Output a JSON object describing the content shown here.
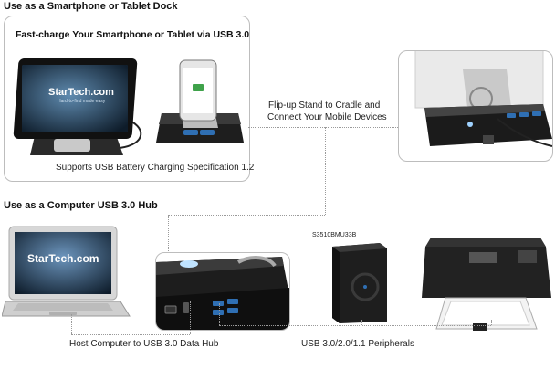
{
  "sections": {
    "dock_heading": "Use as a Smartphone or Tablet Dock",
    "hub_heading": "Use as a Computer USB 3.0 Hub"
  },
  "dock_panel": {
    "title": "Fast-charge Your Smartphone or Tablet via USB 3.0",
    "caption": "Supports USB Battery Charging Specification 1.2"
  },
  "callouts": {
    "flip_stand": "Flip-up Stand to Cradle and",
    "flip_stand_2": "Connect Your Mobile Devices",
    "host": "Host Computer to USB 3.0 Data Hub",
    "peripherals": "USB 3.0/2.0/1.1 Peripherals",
    "drive_model": "S3510BMU33B"
  },
  "brand": {
    "logo_text": "StarTech.com",
    "tagline": "Hard-to-find made easy"
  },
  "colors": {
    "usb3_port": "#2f6fb3",
    "device_body": "#1c1c1c",
    "frame_border": "#bdbdbd"
  }
}
